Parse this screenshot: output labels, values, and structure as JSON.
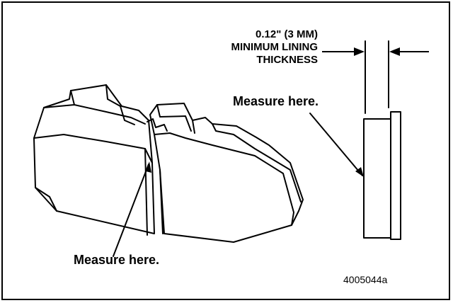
{
  "labels": {
    "spec_line1": "0.12\" (3 MM)",
    "spec_line2": "MINIMUM LINING",
    "spec_line3": "THICKNESS",
    "measure_top": "Measure here.",
    "measure_bottom": "Measure here.",
    "figure_id": "4005044a"
  }
}
